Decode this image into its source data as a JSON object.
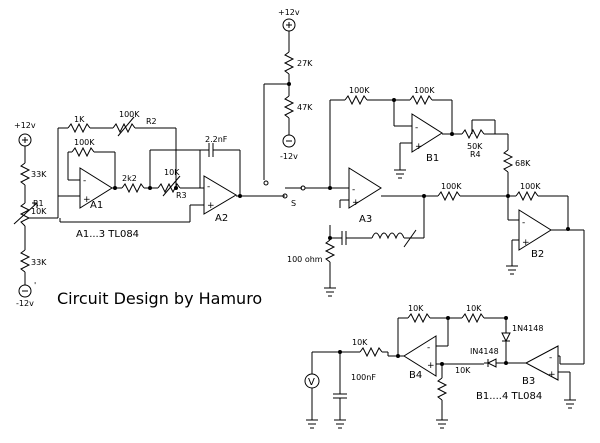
{
  "title": "Circuit Design by Hamuro",
  "notes": {
    "a_group": "A1...3  TL084",
    "b_group": "B1....4 TL084"
  },
  "supplies": {
    "pos_left": "+12v",
    "neg_left": "-12v",
    "pos_top": "+12v",
    "neg_top": "-12v",
    "neg_left_tick": "'"
  },
  "opamps": {
    "a1": "A1",
    "a2": "A2",
    "a3": "A3",
    "b1": "B1",
    "b2": "B2",
    "b3": "B3",
    "b4": "B4",
    "minus": "-",
    "plus": "+"
  },
  "components": {
    "left_r_top": "33K",
    "left_r_bottom": "33K",
    "r1_name": "R1",
    "r1_value": "10K",
    "r_1k": "1K",
    "r2_value": "100K",
    "r2_name": "R2",
    "r_fb_100k": "100K",
    "r_2k2": "2k2",
    "r3_value": "10K",
    "r3_name": "R3",
    "cap_2n2": "2.2nF",
    "top_27k": "27K",
    "top_47k": "47K",
    "switch": "S",
    "r_a3_top": "100K",
    "r_b1_fb": "100K",
    "r4_value": "50K",
    "r4_name": "R4",
    "r_68k": "68K",
    "r_a3_out": "100K",
    "r_b2_in": "100K",
    "r_100ohm": "100 ohm",
    "r_b4_fb": "10K",
    "r_b3_fb": "10K",
    "d_top": "1N4148",
    "d_mid": "IN4148",
    "r_b4_in": "10K",
    "r_b3_gnd": "10K",
    "cap_100n": "100nF",
    "meter": "V"
  }
}
